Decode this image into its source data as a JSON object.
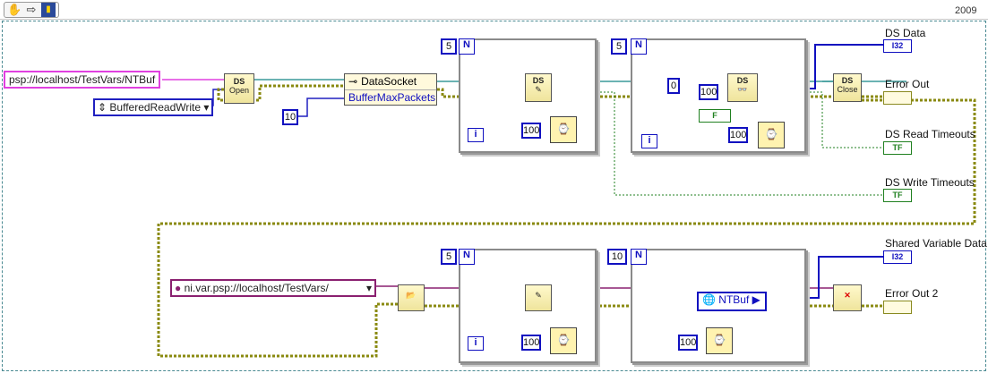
{
  "toolbar": {
    "hand_icon": "hand-icon",
    "arrow_icon": "arrow-right-icon",
    "run_icon": "highlight-icon"
  },
  "year_label": "2009",
  "top": {
    "url_const": "psp://localhost/TestVars/NTBuf",
    "mode_enum": "BufferedReadWrite",
    "open_icon_text": "Open",
    "ds_node_title": "DataSocket",
    "ds_node_property": "BufferMaxPackets",
    "buffer_const": "10",
    "write_loop": {
      "N": "5",
      "wait_ms": "100"
    },
    "read_loop": {
      "N": "5",
      "const_zero": "0",
      "timeout": "100",
      "wait_ms": "100"
    },
    "close_icon_text": "Close"
  },
  "indicators": {
    "ds_data": {
      "label": "DS Data",
      "tag": "I32"
    },
    "error_out": {
      "label": "Error Out",
      "tag": ""
    },
    "ds_read_timeouts": {
      "label": "DS Read Timeouts",
      "tag": "TF"
    },
    "ds_write_timeouts": {
      "label": "DS Write Timeouts",
      "tag": "TF"
    },
    "shared_variable_data": {
      "label": "Shared Variable Data",
      "tag": "I32"
    },
    "error_out_2": {
      "label": "Error Out 2",
      "tag": ""
    }
  },
  "bottom": {
    "var_const": "ni.var.psp://localhost/TestVars/",
    "write_loop": {
      "N": "5",
      "wait_ms": "100"
    },
    "read_loop": {
      "N": "10",
      "node_label": "NTBuf",
      "wait_ms": "100"
    }
  },
  "loop_i": "i",
  "loop_N": "N",
  "bool_false": "F",
  "ds_tag": "DS",
  "colors": {
    "string_wire": "#e040e0",
    "error_wire": "#8a8a10",
    "refnum_wire": "#3a9a9a",
    "int_wire": "#1010c0",
    "bool_wire": "#208020",
    "var_wire": "#8a2070"
  }
}
